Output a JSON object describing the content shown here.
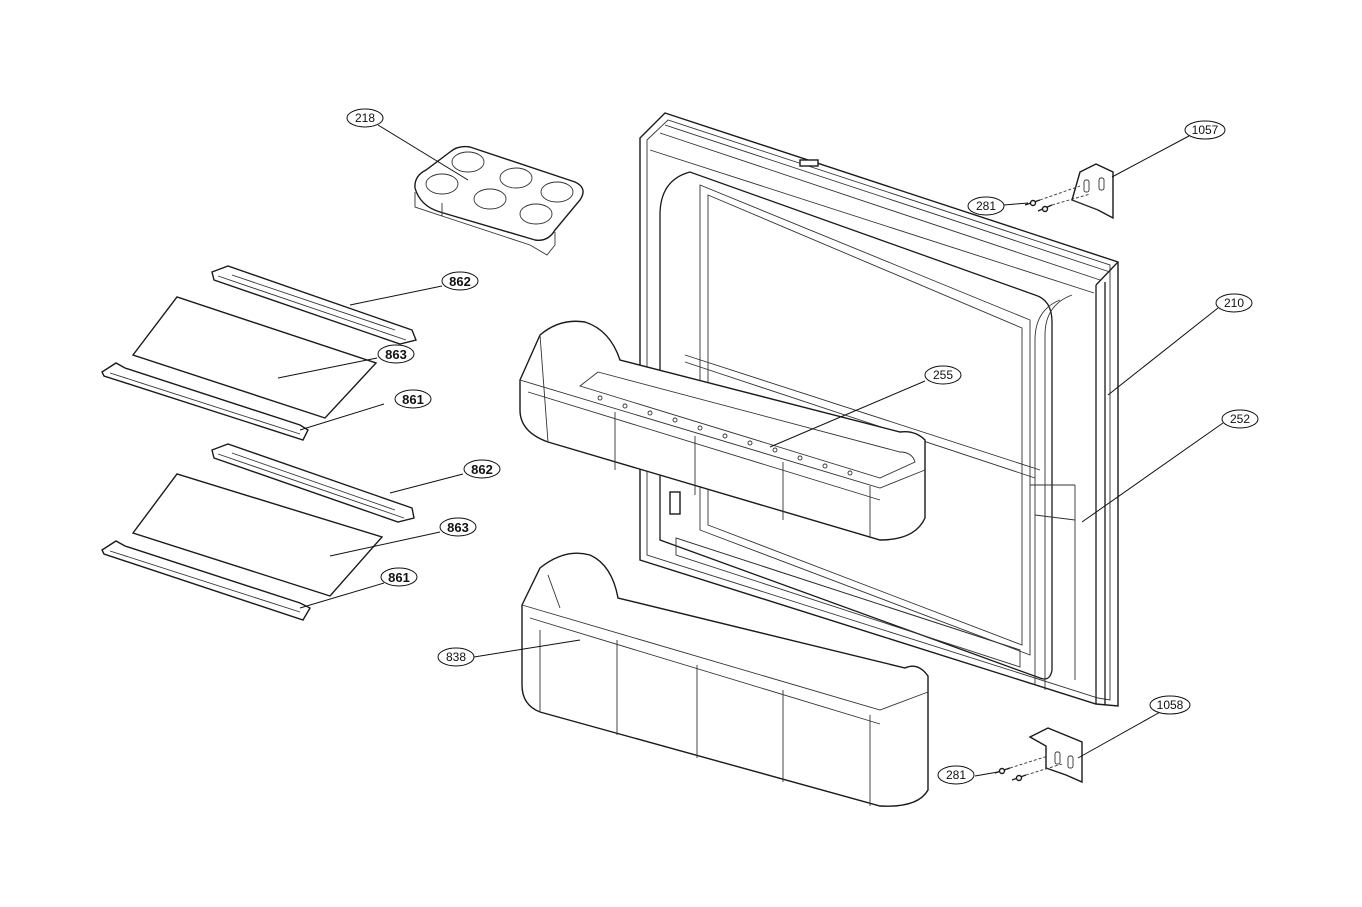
{
  "labels": {
    "egg_tray": "218",
    "hinge_top": "1057",
    "screw_top": "281",
    "door": "210",
    "door_gasket": "252",
    "door_bin_upper": "255",
    "door_bin_lower": "838",
    "hinge_bottom": "1058",
    "screw_bottom": "281",
    "shelf1_rear_trim": "862",
    "shelf1_glass": "863",
    "shelf1_front_trim": "861",
    "shelf2_rear_trim": "862",
    "shelf2_glass": "863",
    "shelf2_front_trim": "861"
  }
}
